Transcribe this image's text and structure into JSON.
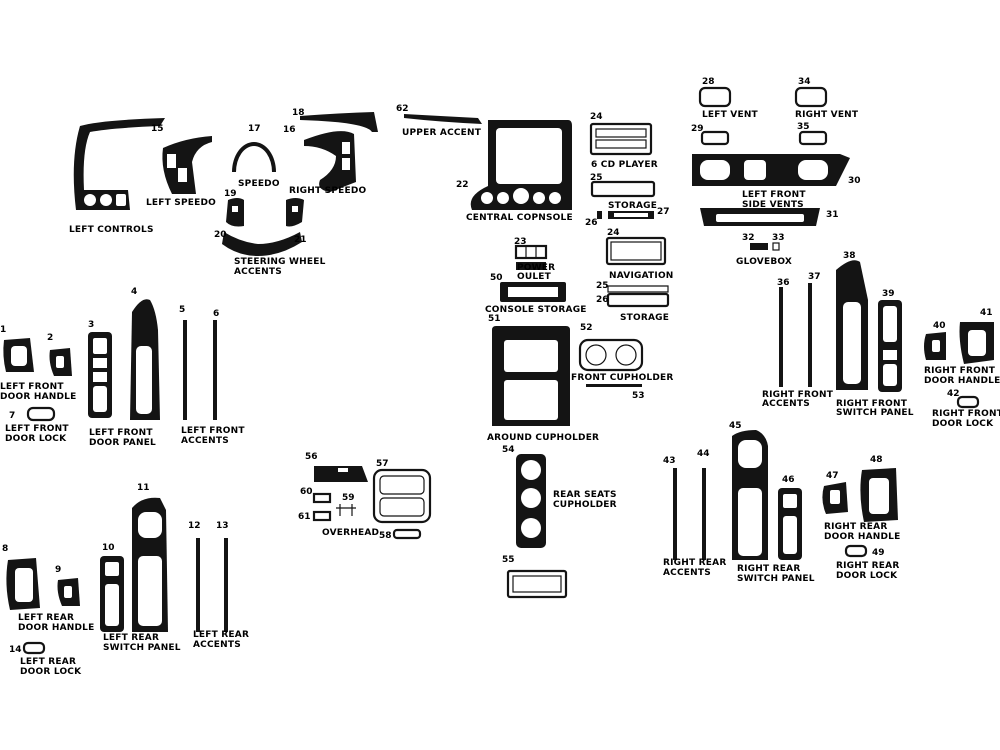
{
  "labels": {
    "left_controls": "LEFT CONTROLS",
    "left_speedo": "LEFT SPEEDO",
    "speedo": "SPEEDO",
    "right_speedo": "RIGHT SPEEDO",
    "steering_1": "STEERING WHEEL",
    "steering_2": "ACCENTS",
    "upper_accent": "UPPER ACCENT",
    "central_console": "CENTRAL COPNSOLE",
    "cd_player": "6 CD PLAYER",
    "storage_a": "STORAGE",
    "power_1": "POWER",
    "power_2": "OULET",
    "navigation": "NAVIGATION",
    "console_storage": "CONSOLE STORAGE",
    "storage_b": "STORAGE",
    "left_vent": "LEFT VENT",
    "right_vent": "RIGHT VENT",
    "side_vents_1": "LEFT FRONT",
    "side_vents_2": "SIDE VENTS",
    "glovebox": "GLOVEBOX",
    "lf_door_handle_1": "LEFT FRONT",
    "lf_door_handle_2": "DOOR HANDLE",
    "lf_door_lock_1": "LEFT FRONT",
    "lf_door_lock_2": "DOOR LOCK",
    "lf_door_panel_1": "LEFT FRONT",
    "lf_door_panel_2": "DOOR PANEL",
    "lf_accents_1": "LEFT FRONT",
    "lf_accents_2": "ACCENTS",
    "around_cupholder": "AROUND CUPHOLDER",
    "front_cupholder": "FRONT CUPHOLDER",
    "rear_seats_1": "REAR SEATS",
    "rear_seats_2": "CUPHOLDER",
    "overhead": "OVERHEAD",
    "rf_accents_1": "RIGHT FRONT",
    "rf_accents_2": "ACCENTS",
    "rf_switch_1": "RIGHT FRONT",
    "rf_switch_2": "SWITCH PANEL",
    "rf_door_handle_1": "RIGHT FRONT",
    "rf_door_handle_2": "DOOR HANDLE",
    "rf_door_lock_1": "RIGHT FRONT",
    "rf_door_lock_2": "DOOR LOCK",
    "lr_door_handle_1": "LEFT REAR",
    "lr_door_handle_2": "DOOR HANDLE",
    "lr_door_lock_1": "LEFT REAR",
    "lr_door_lock_2": "DOOR LOCK",
    "lr_switch_1": "LEFT REAR",
    "lr_switch_2": "SWITCH PANEL",
    "lr_accents_1": "LEFT REAR",
    "lr_accents_2": "ACCENTS",
    "rr_accents_1": "RIGHT REAR",
    "rr_accents_2": "ACCENTS",
    "rr_switch_1": "RIGHT REAR",
    "rr_switch_2": "SWITCH PANEL",
    "rr_door_handle_1": "RIGHT REAR",
    "rr_door_handle_2": "DOOR HANDLE",
    "rr_door_lock_1": "RIGHT REAR",
    "rr_door_lock_2": "DOOR LOCK"
  },
  "numbers": {
    "n1": "1",
    "n2": "2",
    "n3": "3",
    "n4": "4",
    "n5": "5",
    "n6": "6",
    "n7": "7",
    "n8": "8",
    "n9": "9",
    "n10": "10",
    "n11": "11",
    "n12": "12",
    "n13": "13",
    "n14": "14",
    "n15": "15",
    "n16": "16",
    "n17": "17",
    "n18": "18",
    "n19": "19",
    "n20": "20",
    "n21": "21",
    "n22": "22",
    "n23": "23",
    "n24a": "24",
    "n24b": "24",
    "n25a": "25",
    "n25b": "25",
    "n26a": "26",
    "n26b": "26",
    "n27": "27",
    "n28": "28",
    "n29": "29",
    "n30": "30",
    "n31": "31",
    "n32": "32",
    "n33": "33",
    "n34": "34",
    "n35": "35",
    "n36": "36",
    "n37": "37",
    "n38": "38",
    "n39": "39",
    "n40": "40",
    "n41": "41",
    "n42": "42",
    "n43": "43",
    "n44": "44",
    "n45": "45",
    "n46": "46",
    "n47": "47",
    "n48": "48",
    "n49": "49",
    "n50": "50",
    "n51": "51",
    "n52": "52",
    "n53": "53",
    "n54": "54",
    "n55": "55",
    "n56": "56",
    "n57": "57",
    "n58": "58",
    "n59": "59",
    "n60": "60",
    "n61": "61",
    "n62": "62"
  }
}
